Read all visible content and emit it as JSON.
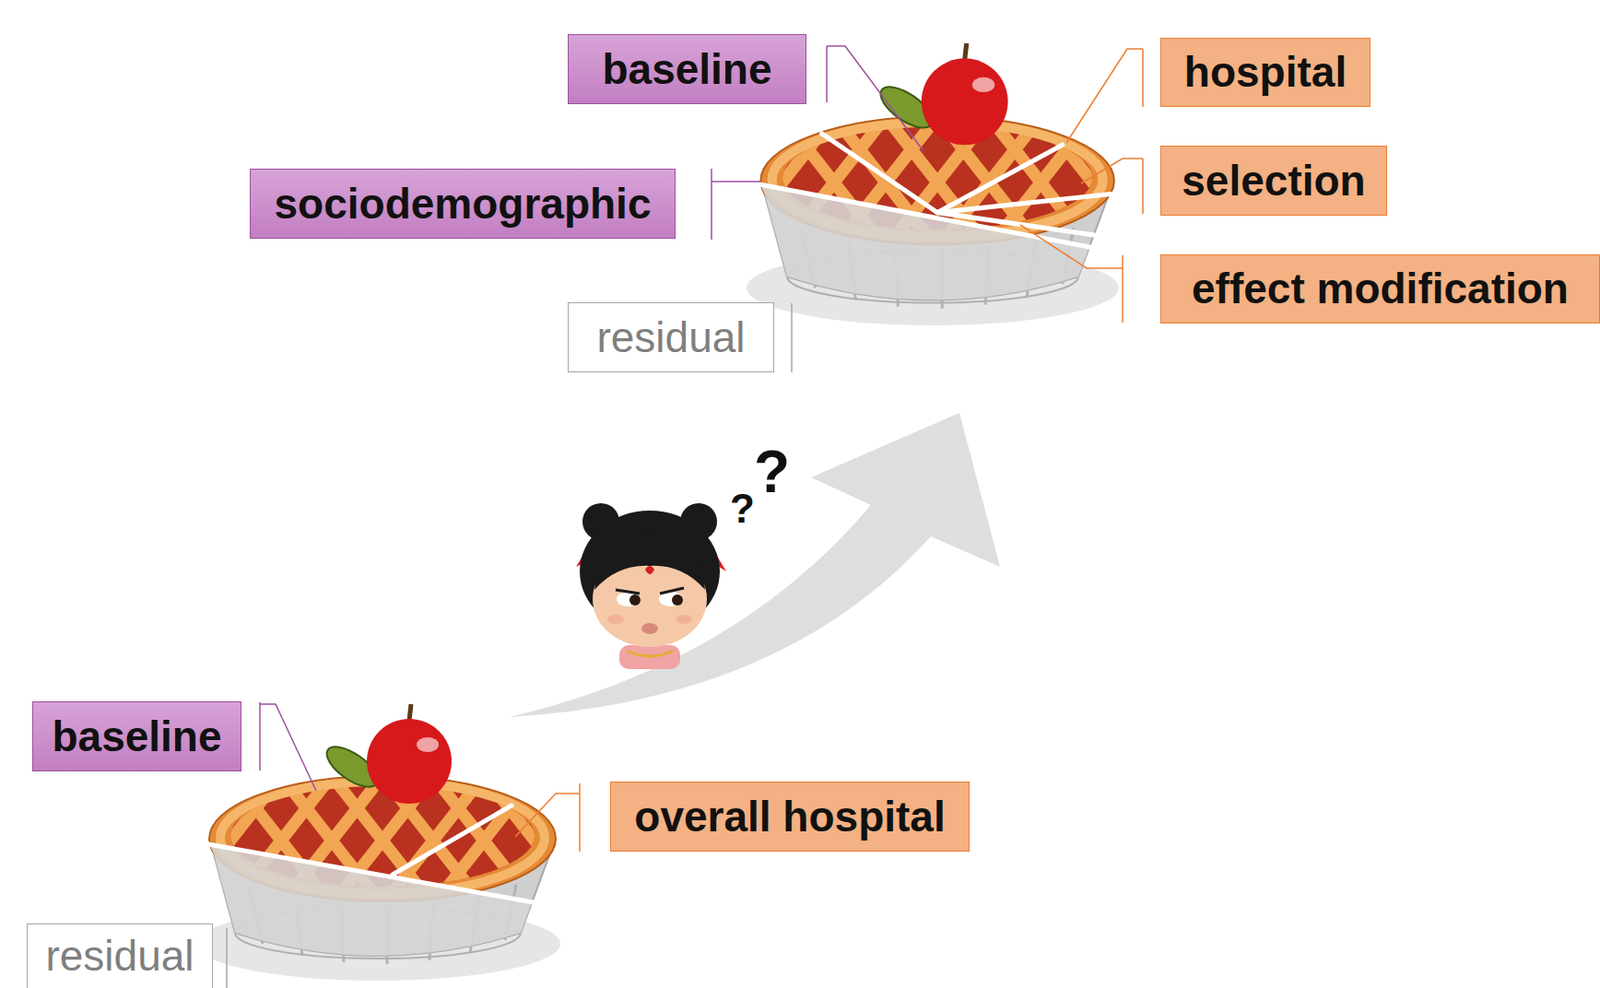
{
  "diagram": {
    "nodes": [
      {
        "text": [
          "baseline"
        ]
      },
      {
        "text": [
          "hospital"
        ]
      },
      {
        "text": [
          "selection"
        ]
      },
      {
        "text": [
          "sociodemographic"
        ]
      },
      {
        "text": [
          "effect modification"
        ]
      },
      {
        "text": [
          "residual"
        ]
      },
      {
        "text": [
          "baseline"
        ]
      },
      {
        "text": [
          "overall hospital"
        ]
      },
      {
        "text": [
          "residual"
        ]
      }
    ],
    "labels": [
      "?",
      "?"
    ]
  }
}
